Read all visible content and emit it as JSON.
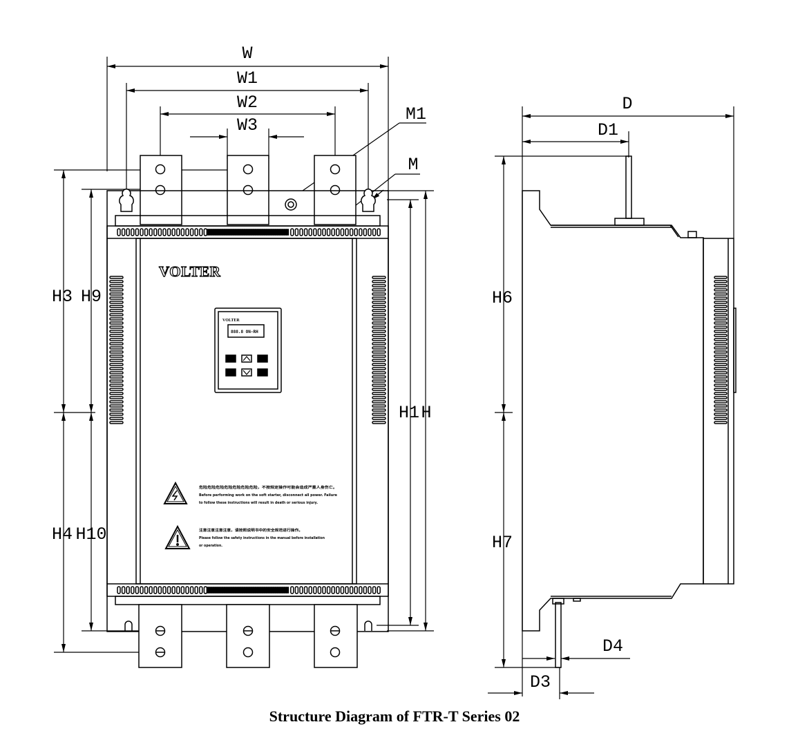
{
  "caption": "Structure Diagram of FTR-T Series 02",
  "front_view": {
    "brand": "VOLTER",
    "panel_brand": "VOLTER",
    "lcd_text": "888.8 ON-RH",
    "warning_1": {
      "line1": "危险危险危险危险危险危险危险，不按规定操作可能会造成严重人身伤亡。",
      "line2": "Before performing work on the soft starter, disconnect all power. Failure",
      "line3": "to follow these instructions will result in death or serious injury."
    },
    "warning_2": {
      "line1": "注意注意注意注意，请按照说明书中的安全规范进行操作。",
      "line2": "Please follow the safety instructions in the manual before installation",
      "line3": "or operation."
    },
    "labels": {
      "W": "W",
      "W1": "W1",
      "W2": "W2",
      "W3": "W3",
      "M1": "M1",
      "M": "M",
      "H3": "H3",
      "H9": "H9",
      "H4": "H4",
      "H10": "H10",
      "H1": "H1",
      "H": "H"
    }
  },
  "side_view": {
    "labels": {
      "D": "D",
      "D1": "D1",
      "H6": "H6",
      "H7": "H7",
      "D4": "D4",
      "D3": "D3"
    }
  }
}
